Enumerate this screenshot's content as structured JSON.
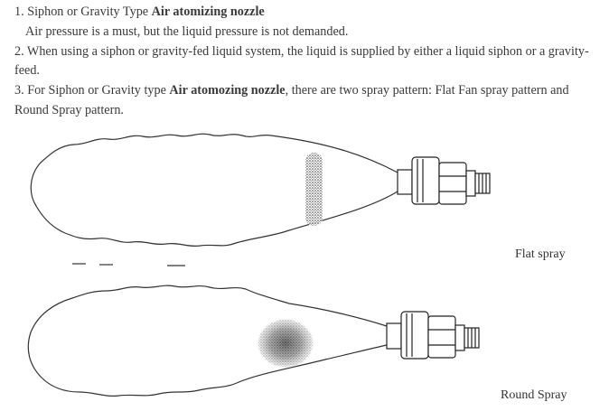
{
  "items": [
    {
      "prefix": "1. Siphon or Gravity Type ",
      "bold": "Air atomizing nozzle",
      "suffix": ""
    },
    {
      "prefix": "Air pressure is a must, but the liquid pressure is not demanded.",
      "bold": "",
      "suffix": ""
    },
    {
      "prefix": "2. When using a siphon or gravity-fed liquid system, the liquid is supplied by either a liquid siphon or a gravity-feed.",
      "bold": "",
      "suffix": ""
    },
    {
      "prefix": "3. For Siphon or Gravity type ",
      "bold": "Air atomozing nozzle",
      "suffix": ", there are two spray pattern: Flat Fan spray pattern and Round Spray pattern."
    }
  ],
  "figures": {
    "flat_label": "Flat spray",
    "round_label": "Round Spray"
  }
}
